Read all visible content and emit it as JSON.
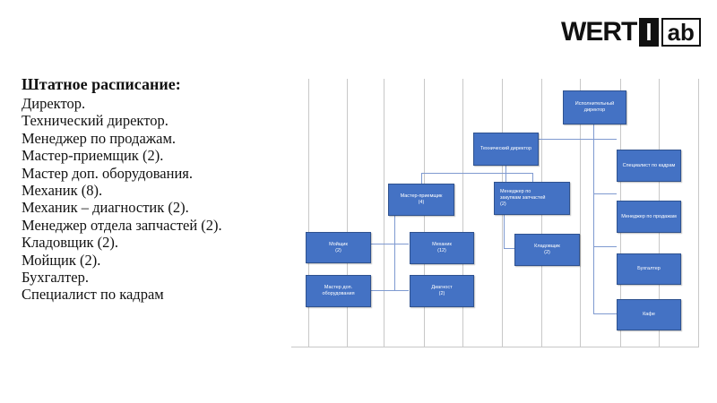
{
  "logo": {
    "part1": "WERT",
    "part2": "l",
    "part3": "ab"
  },
  "staff": {
    "title": "Штатное расписание:",
    "items": [
      "Директор.",
      "Технический директор.",
      "Менеджер по продажам.",
      "Мастер-приемщик (2).",
      "Мастер доп. оборудования.",
      "Механик (8).",
      "Механик – диагностик (2).",
      "Менеджер отдела запчастей (2).",
      "Кладовщик (2).",
      "Мойщик (2).",
      "Бухгалтер.",
      "Специалист по кадрам"
    ]
  },
  "org": {
    "exec_director": {
      "line1": "Исполнительный",
      "line2": "директор"
    },
    "tech_director": {
      "line1": "Технический директор"
    },
    "hr": {
      "line1": "Специалист по кадрам"
    },
    "sales": {
      "line1": "Менеджер по продажам"
    },
    "accountant": {
      "line1": "Бухгалтер"
    },
    "cafe": {
      "line1": "Кафе"
    },
    "receiver": {
      "line1": "Мастер-приемщик",
      "line2": "(4)"
    },
    "parts_manager": {
      "line1": "Менеджер по",
      "line2": "закупкам запчастей",
      "line3": "(2)"
    },
    "washer": {
      "line1": "Мойщик",
      "line2": "(2)"
    },
    "mechanic": {
      "line1": "Механик",
      "line2": "(12)"
    },
    "storekeeper": {
      "line1": "Кладовщик",
      "line2": "(2)"
    },
    "extra_master": {
      "line1": "Мастер доп.",
      "line2": "оборудования"
    },
    "diag": {
      "line1": "Диагност",
      "line2": "(2)"
    }
  }
}
